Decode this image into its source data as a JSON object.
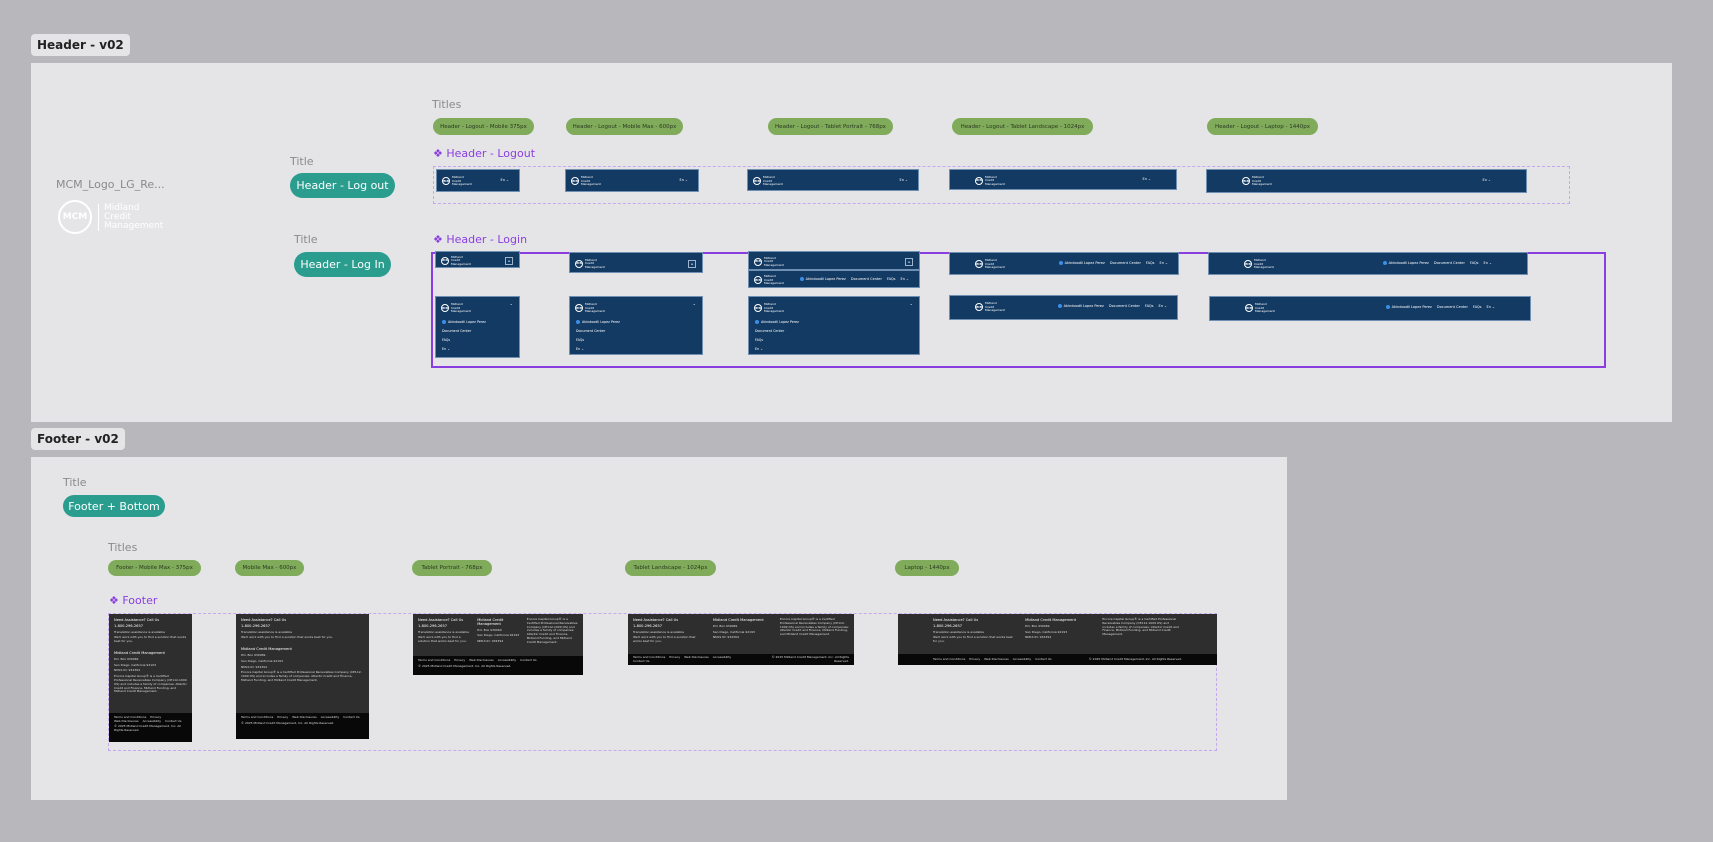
{
  "header_section": {
    "frame_label": "Header - v02",
    "logo_layer_name": "MCM_Logo_LG_Re...",
    "logo": {
      "mark": "MCM",
      "lines": [
        "Midland",
        "Credit",
        "Management"
      ]
    },
    "titles": [
      {
        "label": "Title",
        "pill": "Header - Log out"
      },
      {
        "label": "Title",
        "pill": "Header - Log In"
      }
    ],
    "titles_label": "Titles",
    "breakpoints": [
      "Header - Logout - Mobile 375px",
      "Header - Logout - Mobile Max - 600px",
      "Header - Logout - Tablet Portrait - 768px",
      "Header - Logout - Tablet Landscape - 1024px",
      "Header - Logout - Laptop - 1440px"
    ],
    "logout_component": "❖ Header - Logout",
    "login_component": "❖ Header - Login",
    "nav": {
      "user": "Akindoodli Lopez Perez",
      "document_center": "Document Center",
      "faqs": "FAQs",
      "language": "En ⌄",
      "menu_icon": "hamburger-icon",
      "close_icon": "chevron-icon"
    }
  },
  "footer_section": {
    "frame_label": "Footer - v02",
    "title_label": "Title",
    "title_pill": "Footer + Bottom",
    "titles_label": "Titles",
    "breakpoints": [
      "Footer - Mobile Max - 375px",
      "Mobile Max - 600px",
      "Tablet Portrait - 768px",
      "Tablet Landscape - 1024px",
      "Laptop - 1440px"
    ],
    "component": "❖ Footer",
    "content": {
      "need_help": "Need Assistance? Call Us",
      "phone": "1-800-296-2657",
      "translation": "Translation assistance is available",
      "solution": "We'll work with you to find a solution that works best for you.",
      "company": "Midland Credit Management",
      "po_box": "P.O. Box 939069",
      "city": "San Diego, California 92193",
      "nmls": "NMLS ID: 934394",
      "encore": "Encore Capital Group® is a Certified Professional Receivables Company (CE112-1009 OS) and includes a family of companies: Atlantic Credit and Finance, Midland Funding, and Midland Credit Management.",
      "links": [
        "Terms and Conditions",
        "Privacy",
        "Web Disclosures",
        "Accessibility",
        "Contact Us"
      ],
      "copyright": "© 2025 Midland Credit Management, Inc. All Rights Reserved."
    }
  },
  "colors": {
    "canvas": "#b8b8bc",
    "card": "#e5e5e7",
    "navy": "#133a63",
    "teal": "#2a9d8f",
    "green": "#7fab5a",
    "purple": "#8a3ee0",
    "footer": "#2e2e2e"
  }
}
